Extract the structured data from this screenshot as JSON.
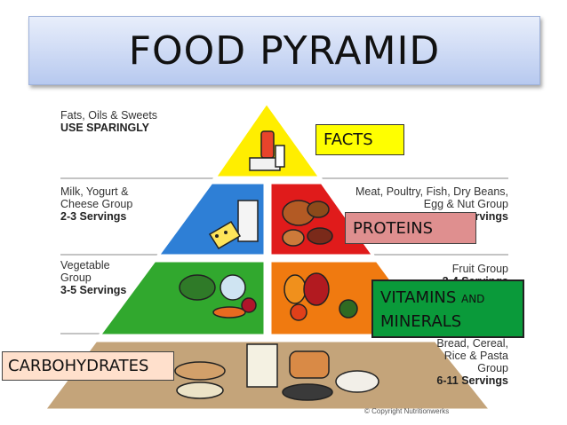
{
  "title": "FOOD PYRAMID",
  "groups": {
    "fats": {
      "name": "Fats, Oils & Sweets",
      "serving": "USE SPARINGLY"
    },
    "milk": {
      "name_line1": "Milk, Yogurt &",
      "name_line2": "Cheese Group",
      "serving": "2-3 Servings"
    },
    "meat": {
      "name_line1": "Meat, Poultry, Fish, Dry Beans,",
      "name_line2": "Egg & Nut Group",
      "serving": "2-3 Servings"
    },
    "vegetable": {
      "name_line1": "Vegetable",
      "name_line2": "Group",
      "serving": "3-5 Servings"
    },
    "fruit": {
      "name": "Fruit Group",
      "serving": "2-4 Servings"
    },
    "bread": {
      "name_line1": "Bread, Cereal,",
      "name_line2": "Rice & Pasta",
      "name_line3": "Group",
      "serving": "6-11 Servings"
    }
  },
  "callouts": {
    "facts": "FACTS",
    "proteins": "PROTEINS",
    "vitamins_word": "VITAMINS",
    "vitamins_and": "AND",
    "minerals": "MINERALS",
    "carbohydrates": "CARBOHYDRATES"
  },
  "copyright": "© Copyright Nutritionwerks",
  "colors": {
    "tip": "#ffee00",
    "milk": "#2e7fd6",
    "meat": "#e01b1b",
    "vegetable": "#31a82e",
    "fruit": "#f07a10",
    "bread": "#c4a47a",
    "facts_bg": "#ffff00",
    "proteins_bg": "#df8f8f",
    "vitamins_bg": "#0a9a3a",
    "carbs_bg": "#ffe0cc"
  }
}
